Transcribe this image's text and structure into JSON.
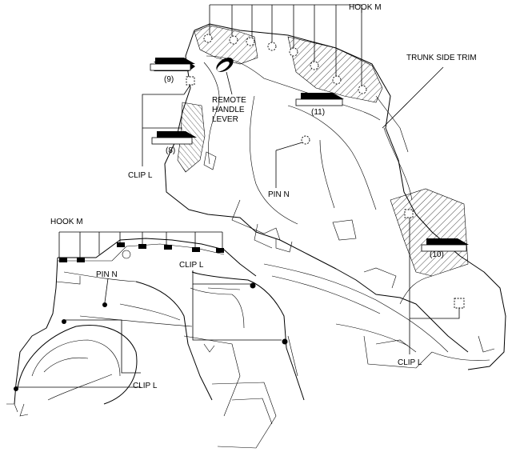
{
  "labels": {
    "hook_m_top": "HOOK M",
    "trunk_side_trim": "TRUNK SIDE TRIM",
    "remote_handle_lever": [
      "REMOTE",
      "HANDLE",
      "LEVER"
    ],
    "clip_l_left": "CLIP L",
    "pin_n_main": "PIN N",
    "clip_l_bottom_right": "CLIP L",
    "hook_m_detail": "HOOK M",
    "pin_n_detail": "PIN N",
    "clip_l_detail_top": "CLIP L",
    "clip_l_detail_bottom": "CLIP L"
  },
  "steps": {
    "s9": "(9)",
    "s8": "(8)",
    "s11": "(11)",
    "s10": "(10)"
  }
}
